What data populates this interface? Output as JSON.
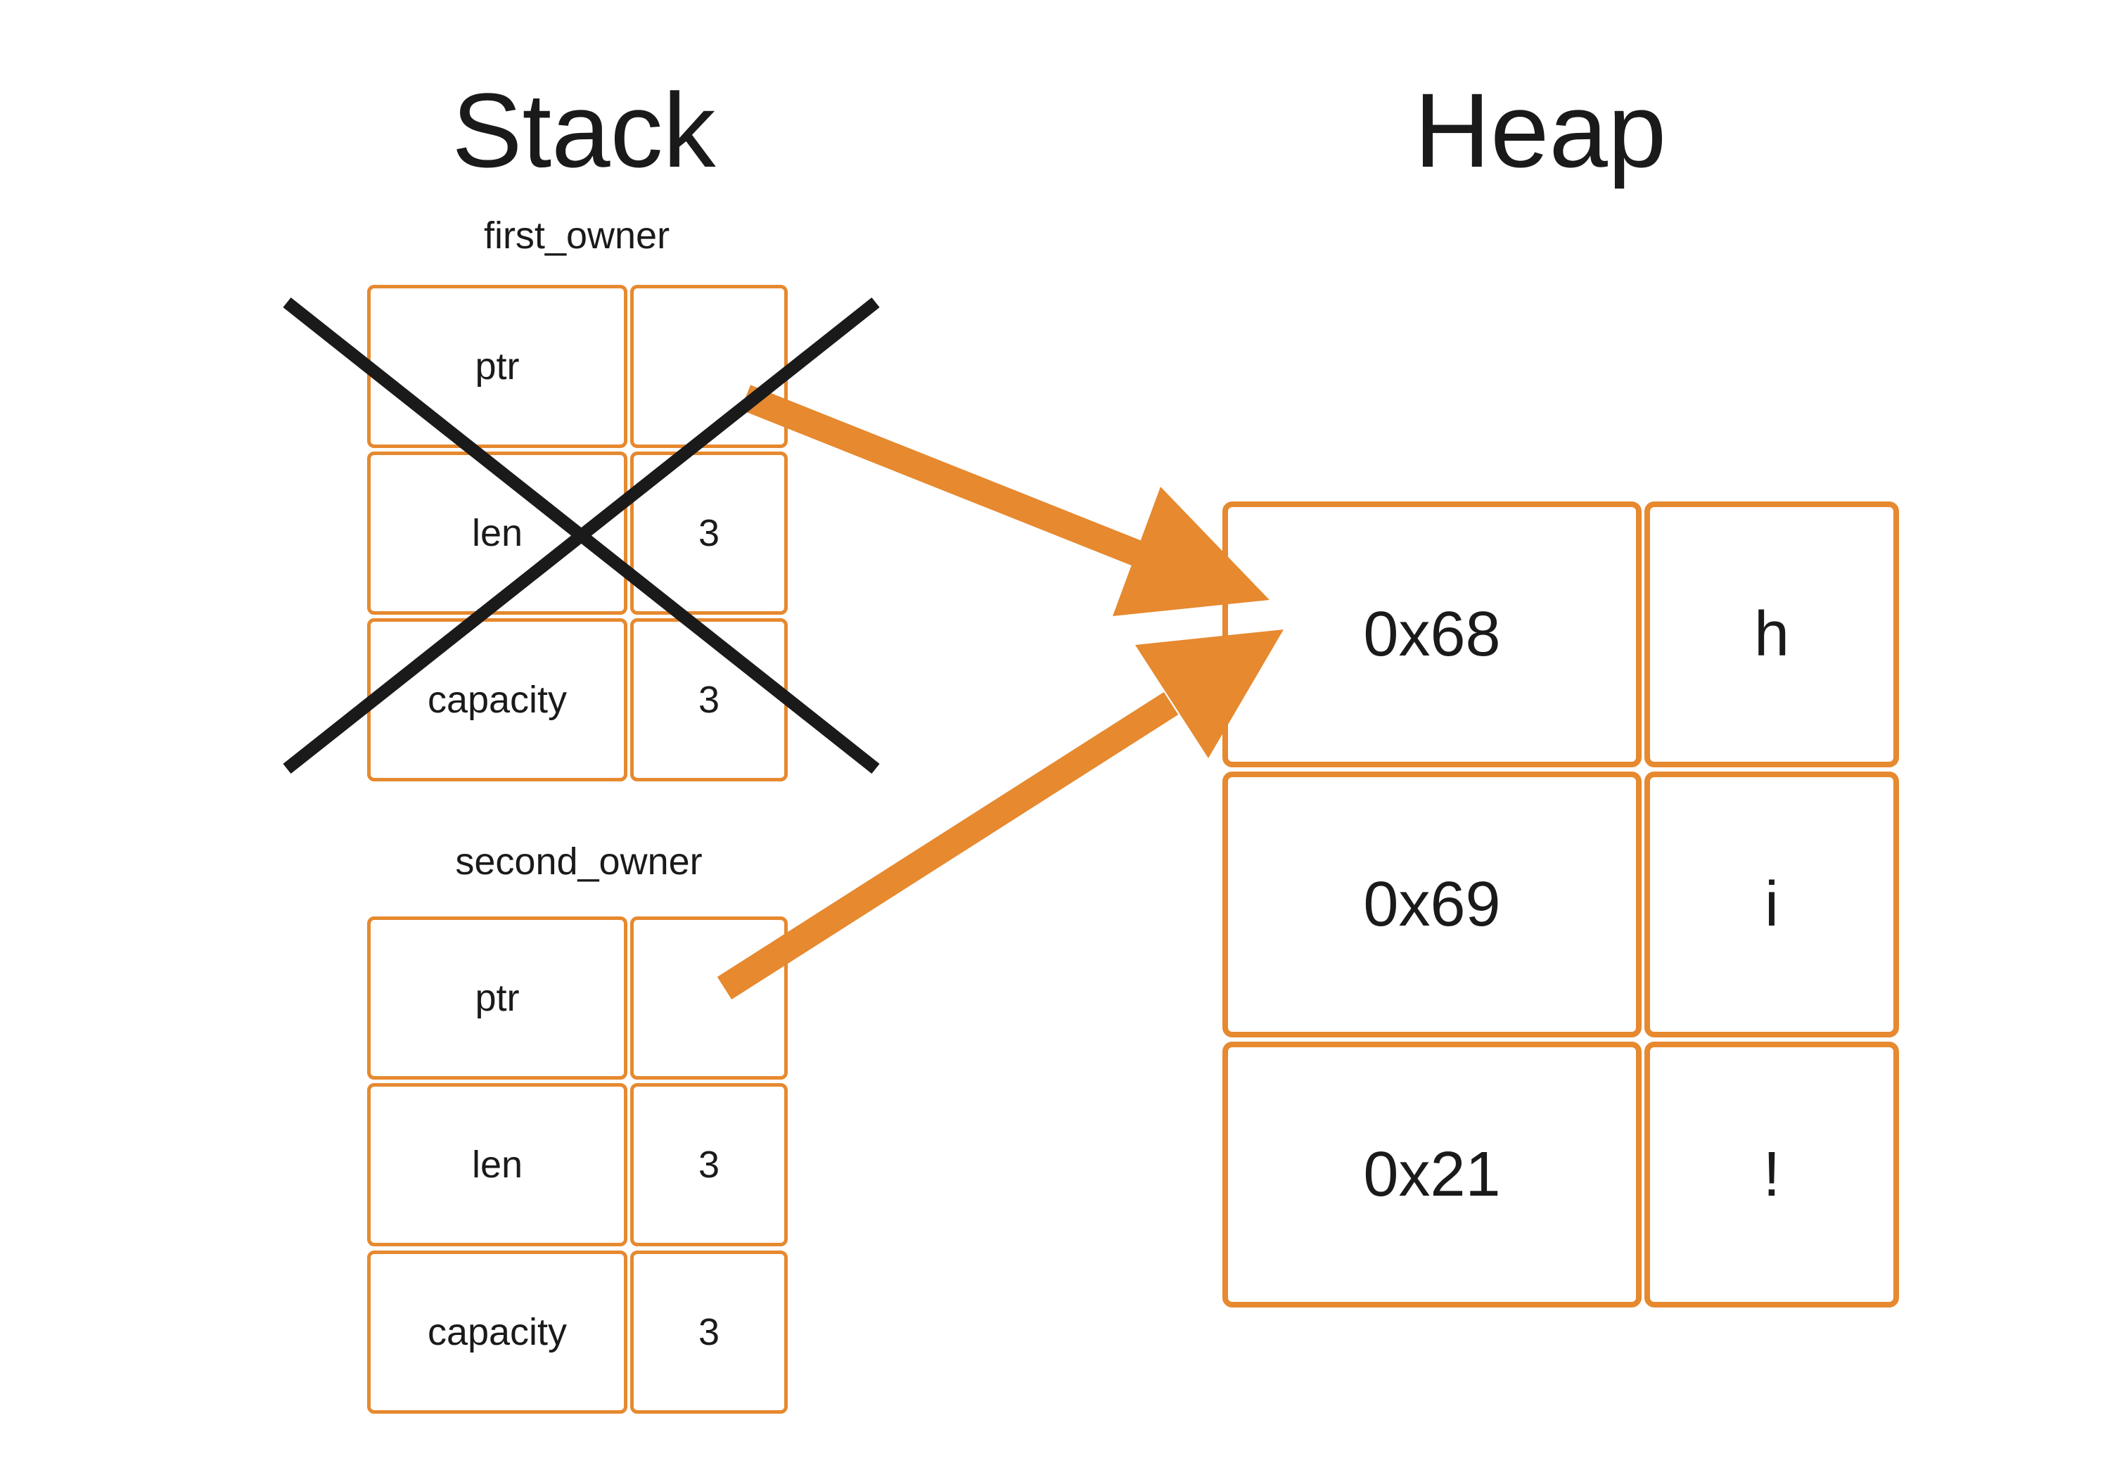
{
  "stack": {
    "title": "Stack",
    "owners": [
      {
        "name": "first_owner",
        "fields": [
          {
            "label": "ptr",
            "value": ""
          },
          {
            "label": "len",
            "value": "3"
          },
          {
            "label": "capacity",
            "value": "3"
          }
        ]
      },
      {
        "name": "second_owner",
        "fields": [
          {
            "label": "ptr",
            "value": ""
          },
          {
            "label": "len",
            "value": "3"
          },
          {
            "label": "capacity",
            "value": "3"
          }
        ]
      }
    ]
  },
  "heap": {
    "title": "Heap",
    "rows": [
      {
        "address": "0x68",
        "char": "h"
      },
      {
        "address": "0x69",
        "char": "i"
      },
      {
        "address": "0x21",
        "char": "!"
      }
    ]
  },
  "colors": {
    "accent": "#e6892f",
    "cross": "#1a1a1a",
    "text": "#1a1a1a",
    "background": "#ffffff"
  }
}
